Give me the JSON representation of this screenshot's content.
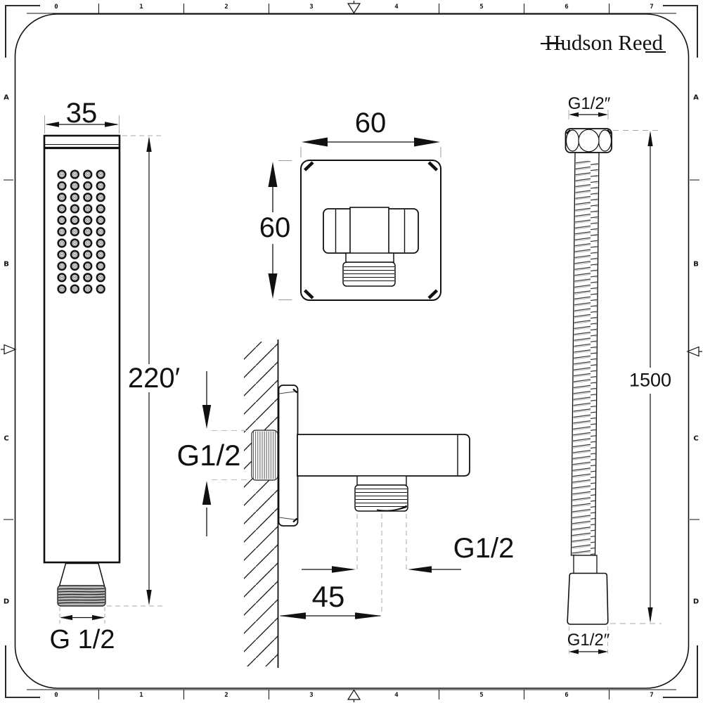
{
  "brand": {
    "logo": "Hudson Reed"
  },
  "ruler": {
    "numbers": [
      "0",
      "1",
      "2",
      "3",
      "4",
      "5",
      "6",
      "7"
    ],
    "letters": [
      "A",
      "B",
      "C",
      "D"
    ]
  },
  "labels": {
    "handset_width": "35",
    "handset_length": "220′",
    "handset_thread": "G 1/2",
    "elbow_width": "60",
    "elbow_height": "60",
    "elbow_inlet_thread": "G1/2",
    "elbow_outlet_thread": "G1/2",
    "elbow_projection": "45",
    "hose_top_thread": "G1/2″",
    "hose_length": "1500",
    "hose_bottom_thread": "G1/2″"
  },
  "colors": {
    "line": "#111111",
    "thread_fill": "#b5b5b5",
    "dash": "#aaaaaa"
  }
}
